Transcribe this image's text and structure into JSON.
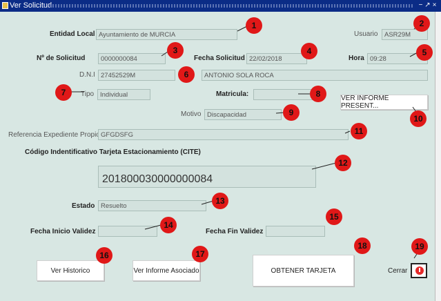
{
  "window": {
    "title": "Ver Solicitud"
  },
  "labels": {
    "entidad_local": "Entidad Local",
    "usuario": "Usuario",
    "n_solicitud": "Nº de Solicitud",
    "fecha_solicitud": "Fecha Solicitud",
    "hora": "Hora",
    "dni": "D.N.I",
    "tipo": "Tipo",
    "matricula": "Matricula:",
    "motivo": "Motivo",
    "referencia": "Referencia Expediente Propio",
    "cite": "Código Indentificativo Tarjeta Estacionamiento (CITE)",
    "estado": "Estado",
    "fecha_inicio": "Fecha Inicio Validez",
    "fecha_fin": "Fecha Fin Validez",
    "cerrar": "Cerrar"
  },
  "values": {
    "entidad_local": "Ayuntamiento de MURCIA",
    "usuario": "ASR29M",
    "n_solicitud": "0000000084",
    "fecha_solicitud": "22/02/2018",
    "hora": "09:28",
    "dni": "27452529M",
    "nombre": "ANTONIO SOLA ROCA",
    "tipo": "Individual",
    "matricula": "",
    "motivo": "Discapacidad",
    "referencia": "GFGDSFG",
    "cite": "201800030000000084",
    "estado": "Resuelto",
    "fecha_inicio": "",
    "fecha_fin": ""
  },
  "buttons": {
    "ver_informe_present": "VER INFORME PRESENT...",
    "ver_historico": "Ver Historico",
    "ver_informe_asociado": "Ver Informe Asociado",
    "obtener_tarjeta": "OBTENER TARJETA"
  },
  "callouts": [
    "1",
    "2",
    "3",
    "4",
    "5",
    "6",
    "7",
    "8",
    "9",
    "10",
    "11",
    "12",
    "13",
    "14",
    "15",
    "16",
    "17",
    "18",
    "19"
  ],
  "colors": {
    "titlebar": "#0b2c86",
    "background": "#d8e7e3",
    "callout": "#e01818"
  }
}
